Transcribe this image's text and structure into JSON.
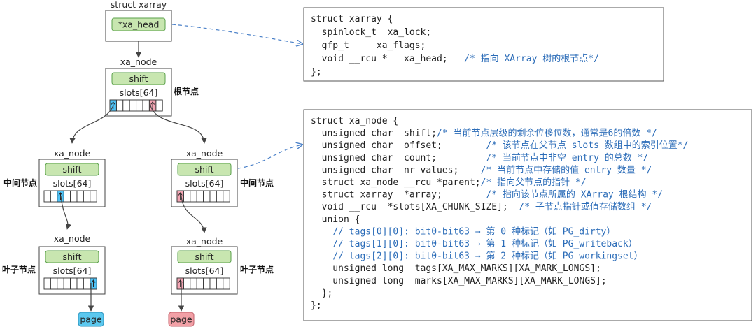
{
  "root": {
    "title": "struct xarray",
    "field": "*xa_head"
  },
  "nodes": {
    "root_node": {
      "title": "xa_node",
      "shift": "shift",
      "slots": "slots[64]",
      "side_label": "根节点"
    },
    "mid_left": {
      "title": "xa_node",
      "shift": "shift",
      "slots": "slots[64]",
      "side_label": "中间节点"
    },
    "mid_right": {
      "title": "xa_node",
      "shift": "shift",
      "slots": "slots[64]",
      "side_label": "中间节点"
    },
    "leaf_left": {
      "title": "xa_node",
      "shift": "shift",
      "slots": "slots[64]",
      "side_label": "叶子节点"
    },
    "leaf_right": {
      "title": "xa_node",
      "shift": "shift",
      "slots": "slots[64]",
      "side_label": "叶子节点"
    }
  },
  "pages": {
    "left": "page",
    "right": "page"
  },
  "colors": {
    "pill_fill": "#c8e6b0",
    "pill_stroke": "#5aa04a",
    "slot_blue": "#4fc3f7",
    "slot_pink": "#f4a6b4",
    "page_blue": "#5bc8ef",
    "page_pink": "#f2a0a6",
    "dashed_arrow": "#4a80c8",
    "comment": "#2b6cb8"
  },
  "code_xarray": [
    {
      "code": "struct xarray {",
      "comment": ""
    },
    {
      "code": "  spinlock_t  xa_lock;",
      "comment": ""
    },
    {
      "code": "  gfp_t     xa_flags;",
      "comment": ""
    },
    {
      "code": "  void __rcu *   xa_head;   ",
      "comment": "/* 指向 XArray 树的根节点*/"
    },
    {
      "code": "};",
      "comment": ""
    }
  ],
  "code_xa_node": [
    {
      "code": "struct xa_node {",
      "comment": ""
    },
    {
      "code": "  unsigned char  shift;",
      "comment": "/* 当前节点层级的剩余位移位数，通常是6的倍数 */"
    },
    {
      "code": "  unsigned char  offset;        ",
      "comment": "/* 该节点在父节点 slots 数组中的索引位置*/"
    },
    {
      "code": "  unsigned char  count;         ",
      "comment": "/* 当前节点中非空 entry 的总数 */"
    },
    {
      "code": "  unsigned char  nr_values;    ",
      "comment": "/* 当前节点中存储的值 entry 数量 */"
    },
    {
      "code": "  struct xa_node __rcu *parent;",
      "comment": "/* 指向父节点的指针 */"
    },
    {
      "code": "  struct xarray  *array;        ",
      "comment": "/* 指向该节点所属的 XArray 根结构 */"
    },
    {
      "code": "  void __rcu  *slots[XA_CHUNK_SIZE];  ",
      "comment": "/* 子节点指针或值存储数组 */"
    },
    {
      "code": "  union {",
      "comment": ""
    },
    {
      "code": "    ",
      "comment": "// tags[0][0]: bit0-bit63 → 第 0 种标记（如 PG_dirty）"
    },
    {
      "code": "    ",
      "comment": "// tags[1][0]: bit0-bit63 → 第 1 种标记（如 PG_writeback）"
    },
    {
      "code": "    ",
      "comment": "// tags[2][0]: bit0-bit63 → 第 2 种标记（如 PG_workingset）"
    },
    {
      "code": "    unsigned long  tags[XA_MAX_MARKS][XA_MARK_LONGS];",
      "comment": ""
    },
    {
      "code": "    unsigned long  marks[XA_MAX_MARKS][XA_MARK_LONGS];",
      "comment": ""
    },
    {
      "code": "  };",
      "comment": ""
    },
    {
      "code": "};",
      "comment": ""
    }
  ]
}
